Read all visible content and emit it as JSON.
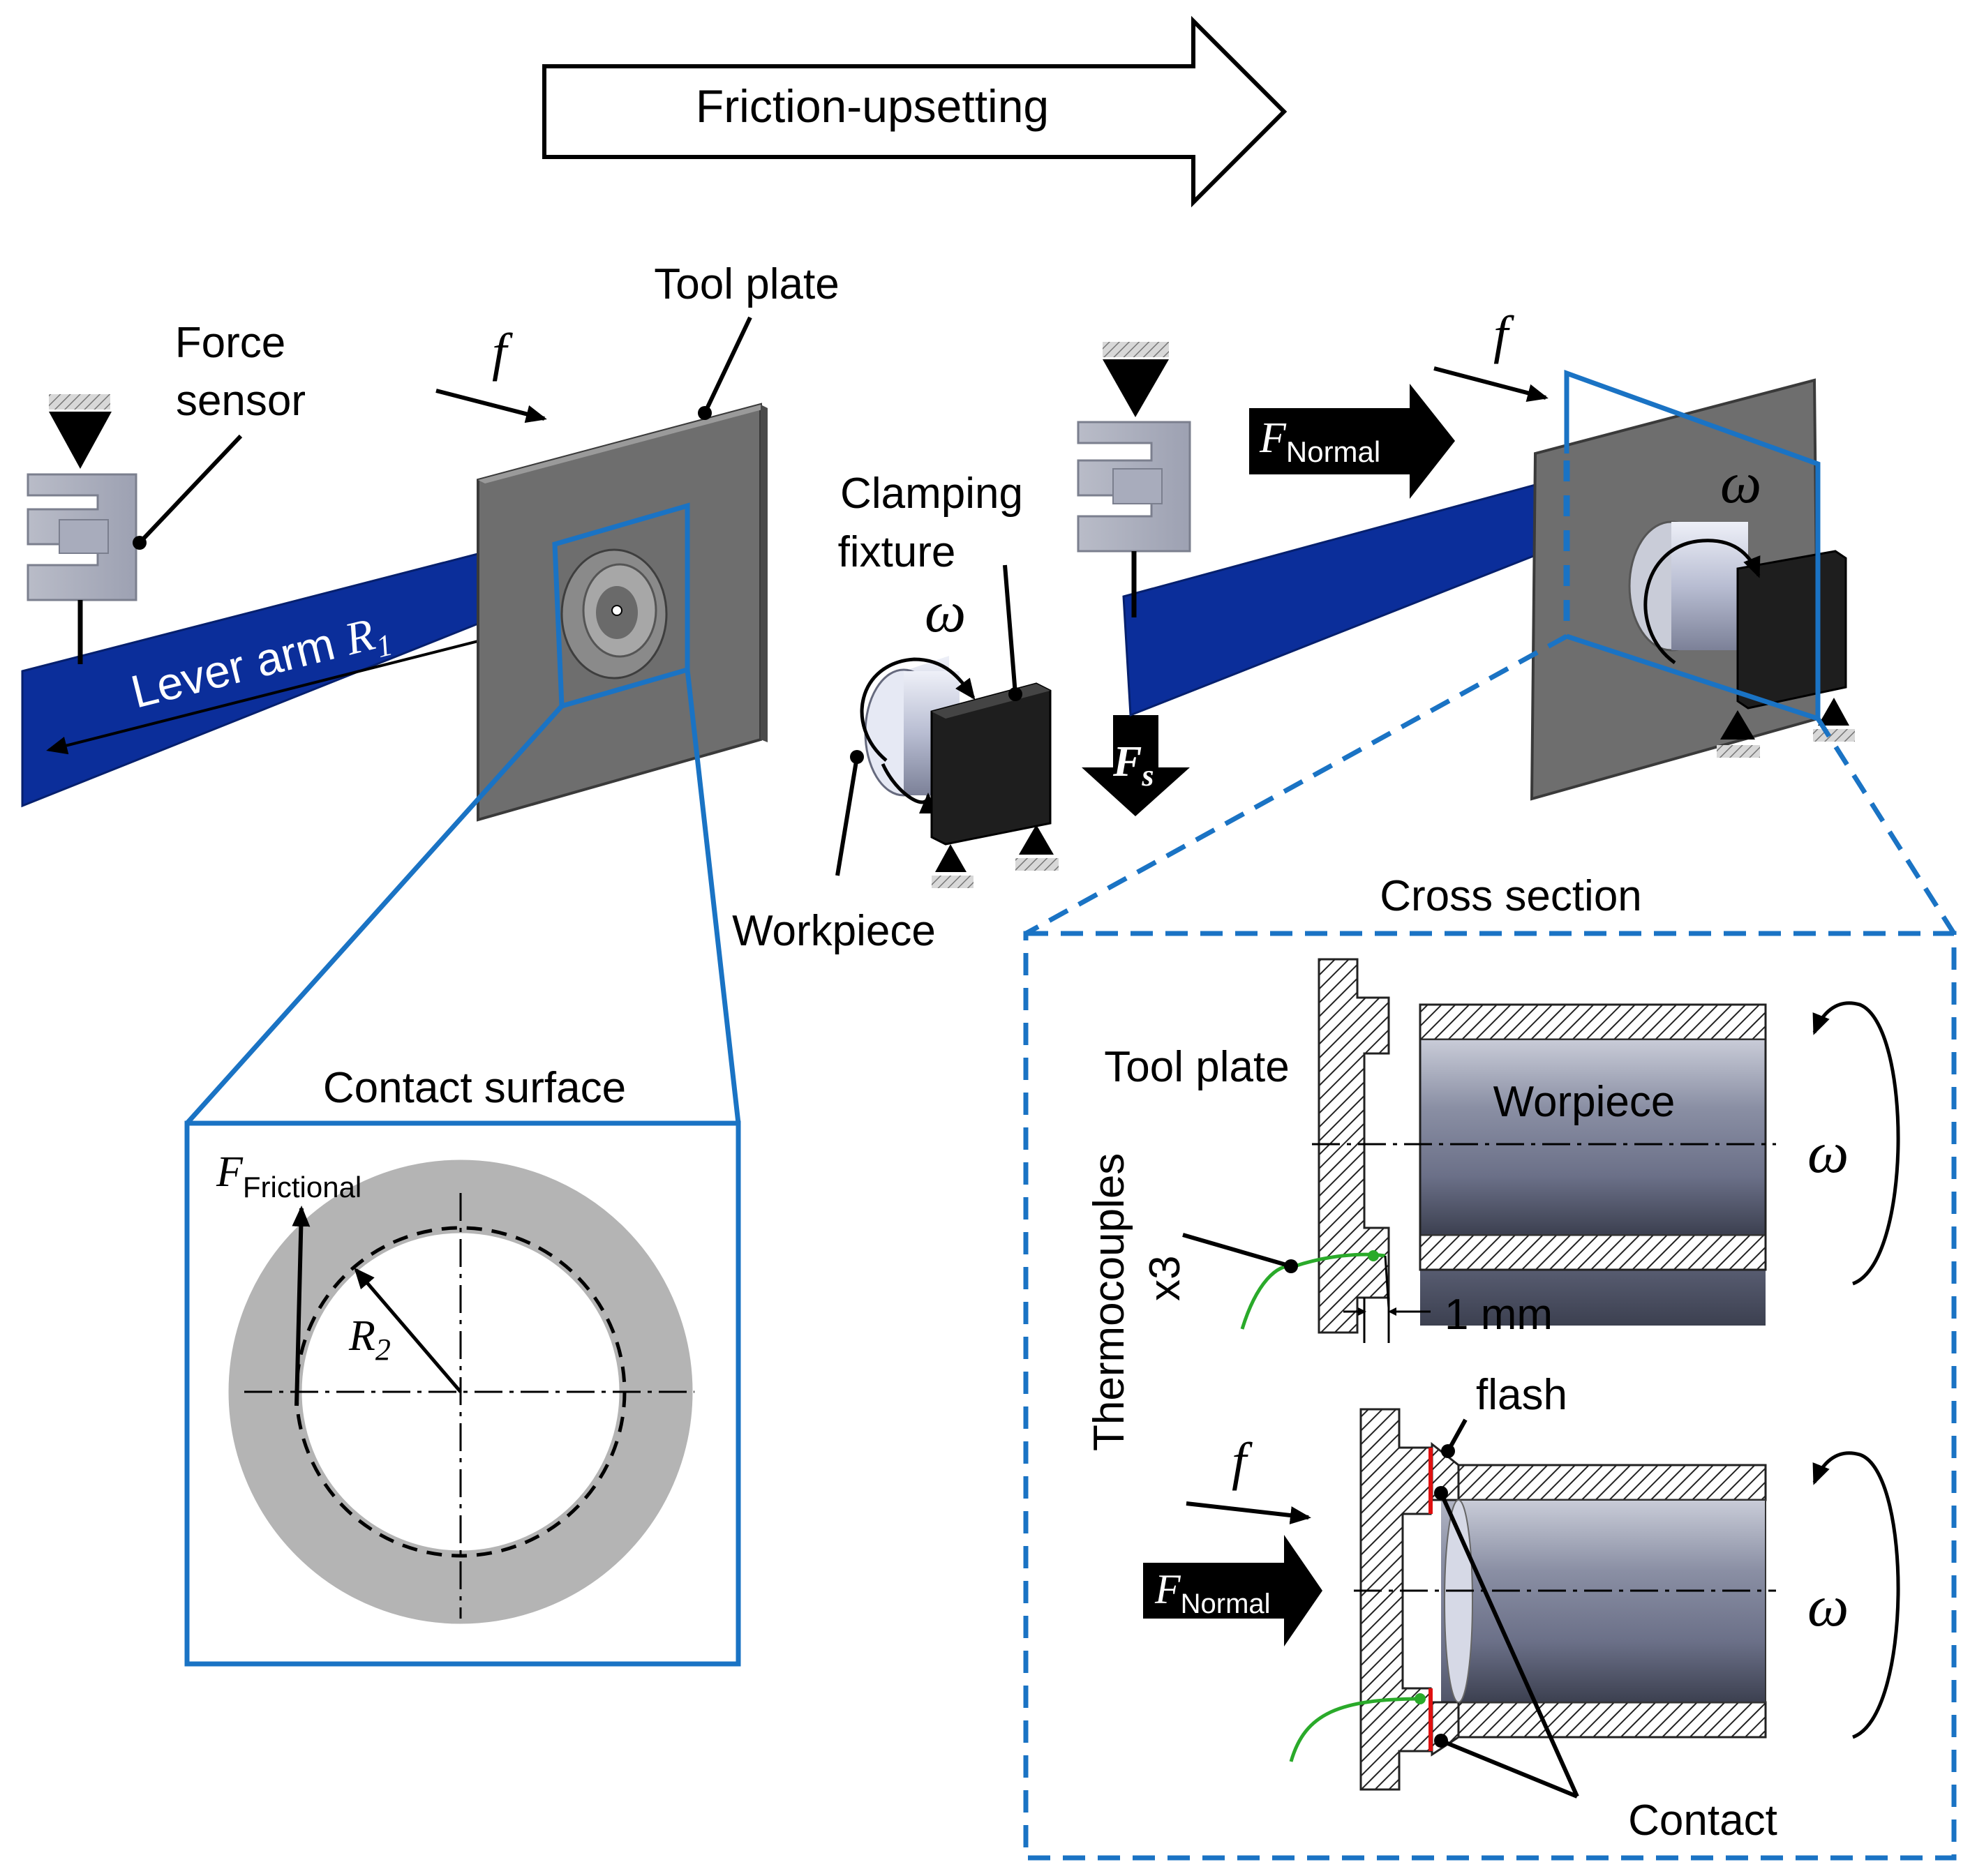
{
  "process": {
    "title": "Friction-upsetting"
  },
  "left_setup": {
    "tool_plate": "Tool plate",
    "force_sensor_line1": "Force",
    "force_sensor_line2": "sensor",
    "feed_symbol": "f",
    "lever_arm_text": "Lever arm ",
    "lever_arm_symbol": "R",
    "lever_arm_sub": "1"
  },
  "middle": {
    "clamping_fixture_line1": "Clamping",
    "clamping_fixture_line2": "fixture",
    "omega": "ω",
    "workpiece": "Workpiece",
    "force_s_symbol": "F",
    "force_s_sub": "s"
  },
  "right_setup": {
    "feed_symbol": "f",
    "normal_force_symbol": "F",
    "normal_force_sub": "Normal",
    "omega": "ω"
  },
  "contact_surface": {
    "title": "Contact surface",
    "frictional_symbol": "F",
    "frictional_sub": "Frictional",
    "radius_symbol": "R",
    "radius_sub": "2"
  },
  "cross_section": {
    "title": "Cross section",
    "tool_plate": "Tool plate",
    "workpiece": "Worpiece",
    "thermocouples_line1": "Thermocouples",
    "thermocouples_line2": "x3",
    "gap": "1 mm",
    "omega_top": "ω",
    "flash": "flash",
    "feed_symbol": "f",
    "normal_force_symbol": "F",
    "normal_force_sub": "Normal",
    "omega_bottom": "ω",
    "contact": "Contact"
  },
  "colors": {
    "outline_blue": "#1a73c4",
    "lever_blue": "#0b2e9a",
    "plate_gray": "#6e6e6e",
    "fixture_black": "#1e1e1e",
    "ring_gray": "#b4b4b4",
    "contact_red": "#e01010",
    "thermocouple_green": "#2aaa2a"
  }
}
